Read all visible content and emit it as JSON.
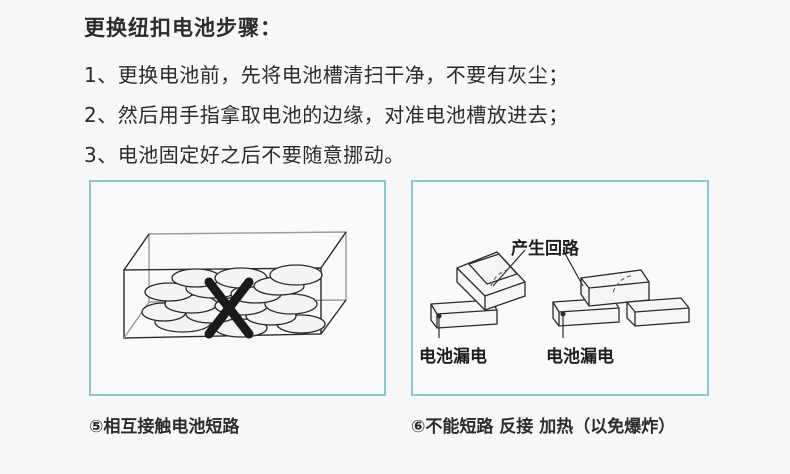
{
  "title": "更换纽扣电池步骤：",
  "steps": [
    "1、更换电池前，先将电池槽清扫干净，不要有灰尘；",
    "2、然后用手指拿取电池的边缘，对准电池槽放进去；",
    "3、电池固定好之后不要随意挪动。"
  ],
  "figures": {
    "left_caption": "⑤相互接触电池短路",
    "right_caption": "⑥不能短路  反接  加热（以免爆炸）",
    "label_circuit": "产生回路",
    "label_leak_left": "电池漏电",
    "label_leak_right": "电池漏电"
  },
  "colors": {
    "panel_border": "#8cc7cc",
    "text": "#2b2b2b",
    "cross": "#1a1a1a"
  }
}
